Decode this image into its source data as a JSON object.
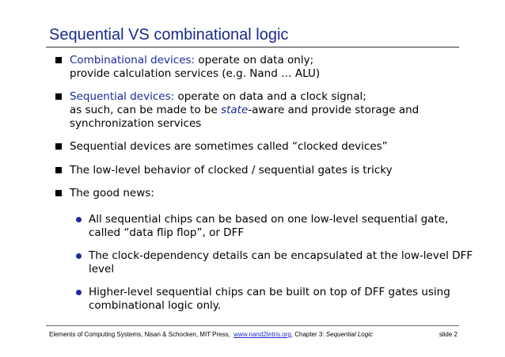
{
  "slide": {
    "title": "Sequential VS combinational logic"
  },
  "bullets": [
    {
      "lead": "Combinational devices:",
      "line1_rest": " operate on data only;",
      "line2": "provide calculation services (e.g. Nand … ALU)"
    },
    {
      "lead": "Sequential devices:",
      "line1_rest": " operate on data and a clock signal;",
      "line2_pre": "as such, can be made to be ",
      "line2_em": "state",
      "line2_post": "-aware and provide storage and",
      "line3": "synchronization services"
    },
    {
      "text": "Sequential devices are sometimes called “clocked devices”"
    },
    {
      "text": "The low-level behavior of clocked / sequential gates is tricky"
    },
    {
      "text": "The good news:"
    }
  ],
  "subbullets": [
    {
      "line1": "All sequential chips can be based on one low-level sequential gate,",
      "line2": "called “data flip flop”, or DFF"
    },
    {
      "line1": "The clock-dependency details can be encapsulated at the low-level DFF",
      "line2": "level"
    },
    {
      "line1": "Higher-level sequential chips can be built on top of DFF gates using",
      "line2": "combinational logic only."
    }
  ],
  "footer": {
    "credit": "Elements of Computing Systems, Nisan & Schocken, MIT Press,",
    "link": "www.nand2tetris.org",
    "chapter_pre": ", Chapter 3: ",
    "chapter_title": "Sequential Logic",
    "slide_number": "slide 2"
  },
  "colors": {
    "title": "#1a2a8a",
    "accent": "#1a2a9a",
    "link": "#1a2acc"
  }
}
